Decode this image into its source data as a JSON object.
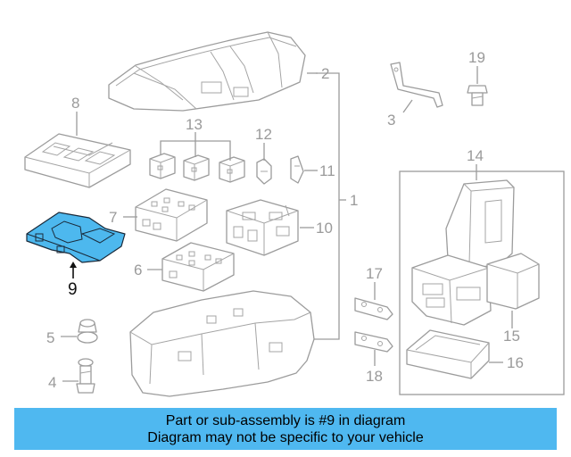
{
  "colors": {
    "highlight": "#4db8ee",
    "banner": "#4fb8f0",
    "line": "#9c9c9c",
    "label": "#9a9a9a",
    "label_highlight": "#111111"
  },
  "callouts": [
    "1",
    "2",
    "3",
    "4",
    "5",
    "6",
    "7",
    "8",
    "9",
    "10",
    "11",
    "12",
    "13",
    "14",
    "15",
    "16",
    "17",
    "18",
    "19"
  ],
  "highlighted_part": "9",
  "banner": {
    "line1": "Part or sub-assembly is #9 in diagram",
    "line2": "Diagram may not be specific to your vehicle"
  }
}
